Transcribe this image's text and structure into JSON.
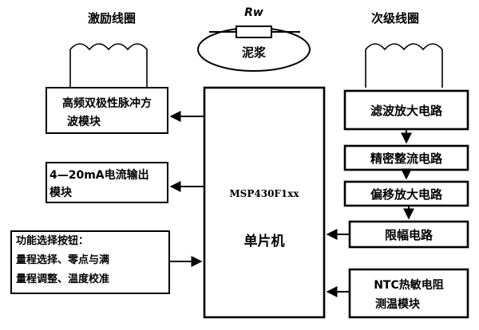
{
  "top": {
    "excitation_coil": "激励线圈",
    "secondary_coil": "次级线圈",
    "resistor_label": "Rw",
    "slurry_label": "泥浆"
  },
  "left_blocks": {
    "pulse_line1": "高频双极性脉冲方",
    "pulse_line2": "波模块",
    "current_line1": "4—20mA电流输出",
    "current_line2": "模块",
    "buttons_line1": "功能选择按钮：",
    "buttons_line2": "量程选择、零点与满",
    "buttons_line3": "量程调整、温度校准"
  },
  "mcu": {
    "model": "MSP430F1xx",
    "name": "单片机"
  },
  "right_blocks": {
    "filter_amp": "滤波放大电路",
    "precision_rect": "精密整流电路",
    "offset_amp": "偏移放大电路",
    "limiter": "限幅电路",
    "ntc_line1": "NTC热敏电阻",
    "ntc_line2": "测温模块"
  }
}
